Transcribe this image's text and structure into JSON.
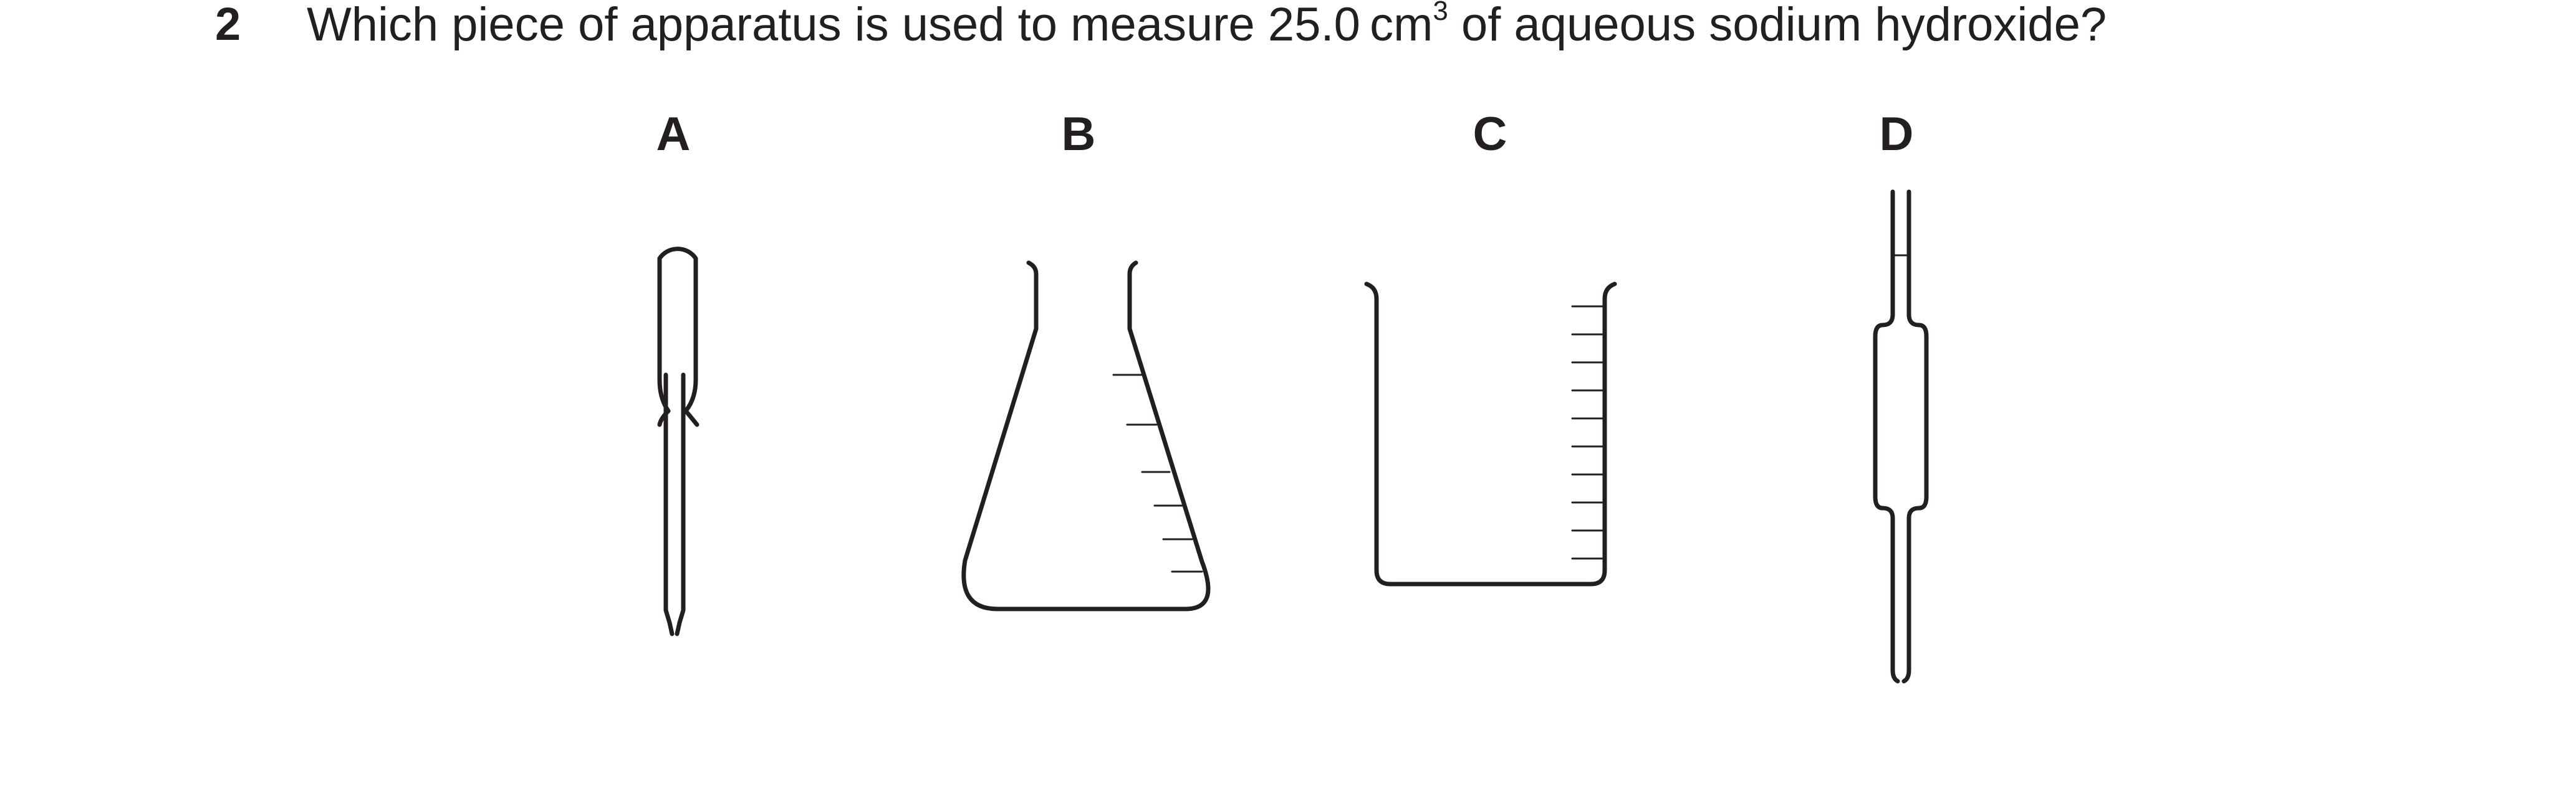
{
  "question": {
    "number": "2",
    "text_before": "Which piece of apparatus is used to measure 25.0 cm",
    "superscript": "3",
    "text_after": " of aqueous sodium hydroxide?"
  },
  "options": [
    {
      "letter": "A",
      "icon": "dropping-pipette-icon"
    },
    {
      "letter": "B",
      "icon": "conical-flask-icon"
    },
    {
      "letter": "C",
      "icon": "beaker-icon"
    },
    {
      "letter": "D",
      "icon": "volumetric-pipette-icon"
    }
  ],
  "colors": {
    "ink": "#231f20",
    "background": "#ffffff"
  }
}
